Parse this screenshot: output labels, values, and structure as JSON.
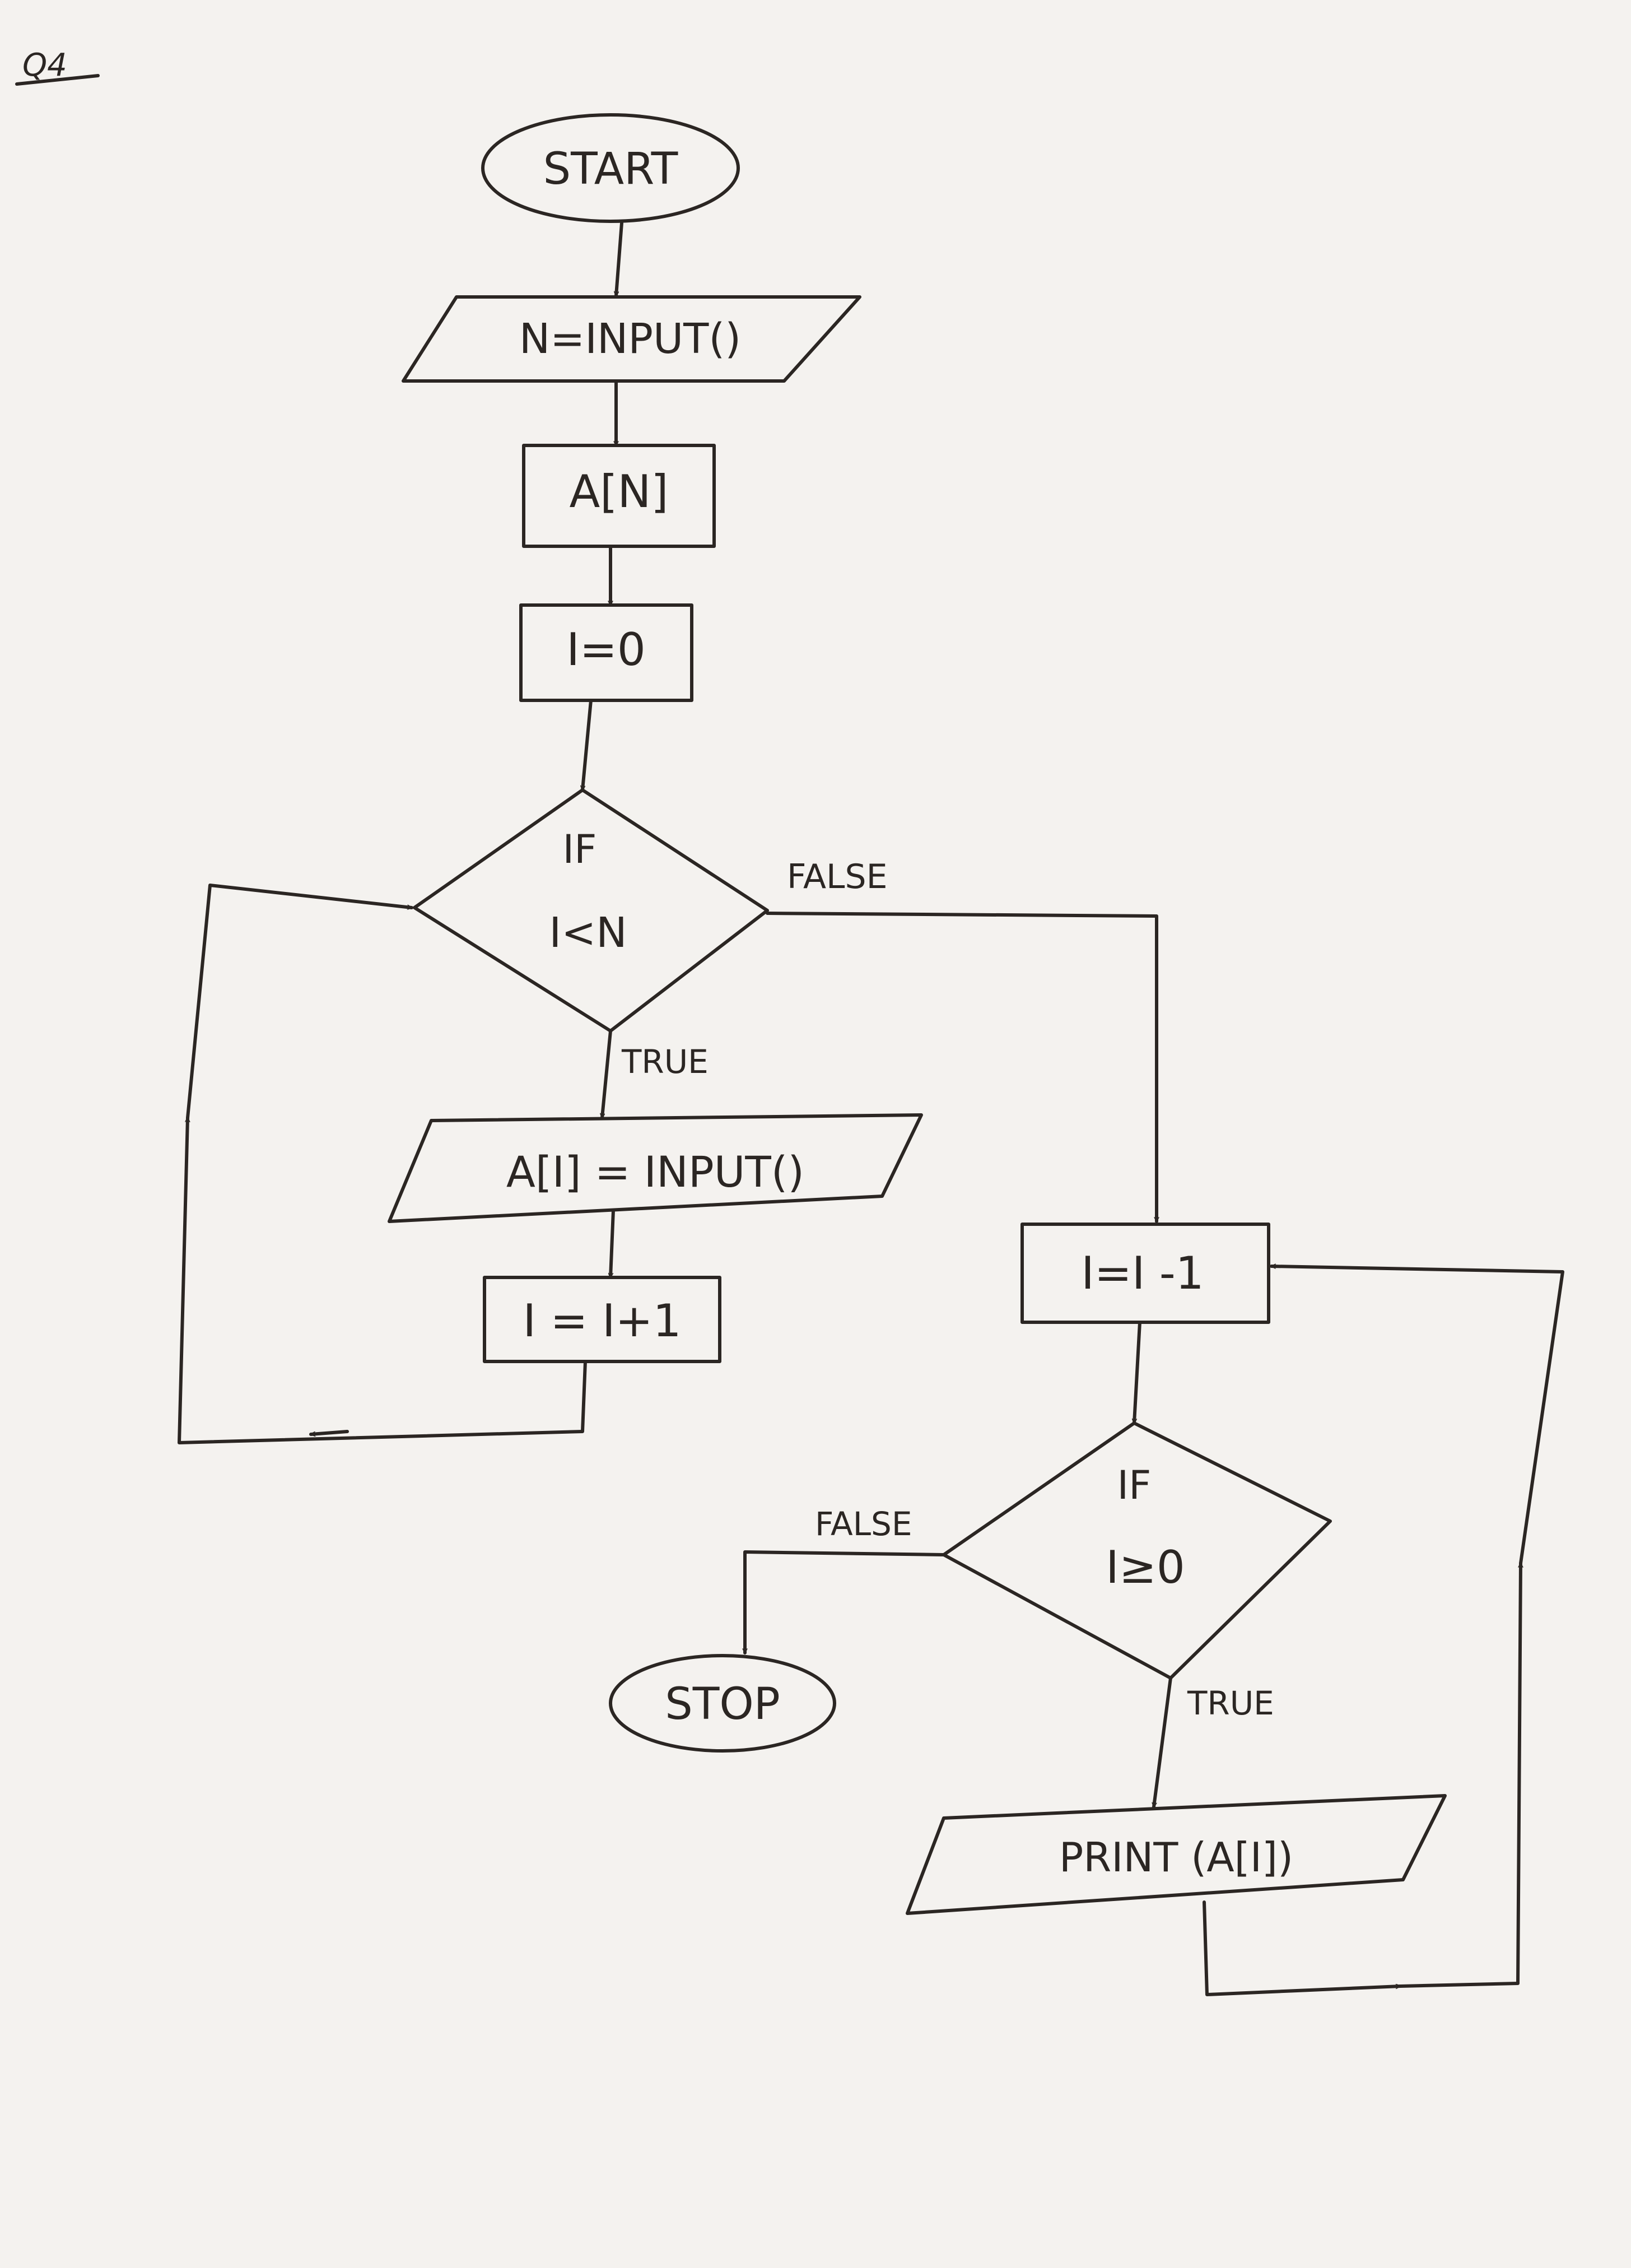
{
  "corner_mark": "Q4",
  "nodes": {
    "start": "START",
    "input_n": "N=INPUT()",
    "array_decl": "A[N]",
    "init_i": "I=0",
    "cond1_if": "IF",
    "cond1_expr": "I<N",
    "input_ai": "A[I] = INPUT()",
    "increment": "I = I+1",
    "decrement": "I=I -1",
    "cond2_if": "IF",
    "cond2_expr": "I≥0",
    "stop": "STOP",
    "print": "PRINT (A[I])"
  },
  "labels": {
    "cond1_false": "FALSE",
    "cond1_true": "TRUE",
    "cond2_false": "FALSE",
    "cond2_true": "TRUE"
  }
}
